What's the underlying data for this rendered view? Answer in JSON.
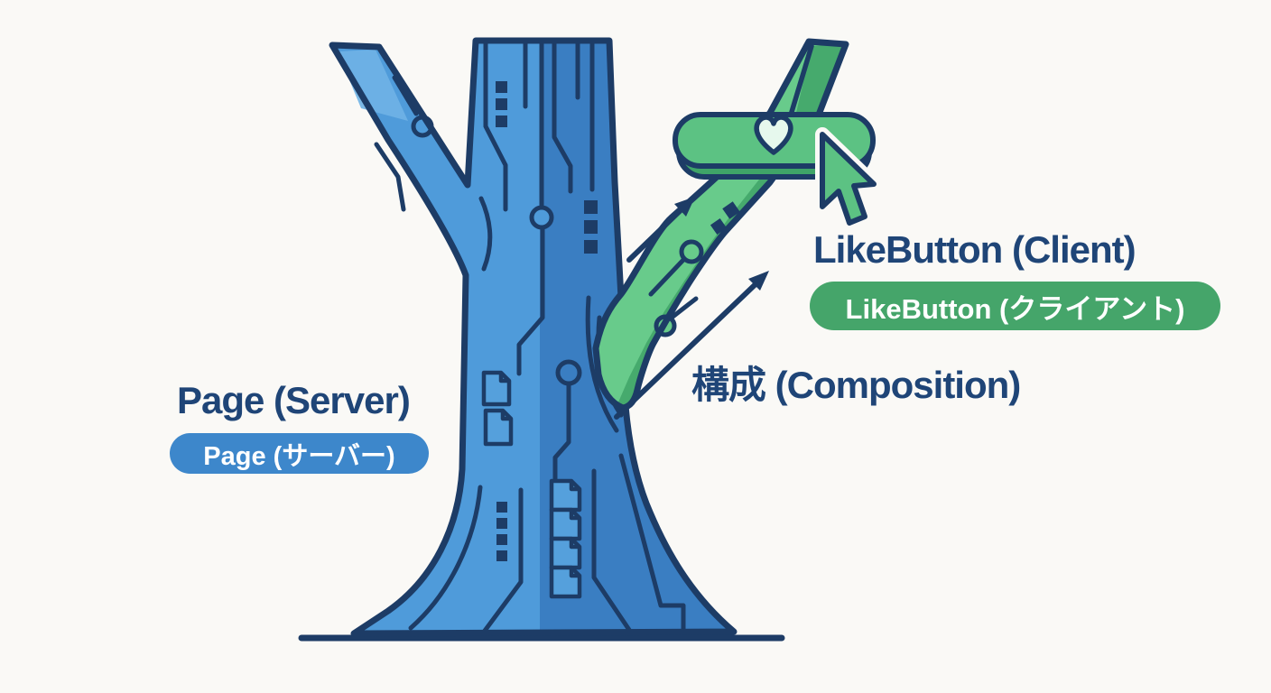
{
  "labels": {
    "server_heading": "Page (Server)",
    "server_pill": "Page (サーバー)",
    "client_heading": "LikeButton (Client)",
    "client_pill": "LikeButton (クライアント)",
    "composition": "構成 (Composition)"
  },
  "icons": [
    {
      "name": "heart-icon",
      "meaning": "like button heart"
    },
    {
      "name": "cursor-icon",
      "meaning": "mouse pointer clicking the like button"
    },
    {
      "name": "arrow-up-right-icon",
      "meaning": "composition arrows from trunk to branch"
    },
    {
      "name": "document-icon",
      "meaning": "stacked pages inside server trunk"
    },
    {
      "name": "circuit-node-icon",
      "meaning": "circuit trace nodes on tree"
    }
  ],
  "colors": {
    "page_bg": "#faf9f6",
    "heading_navy": "#1f4577",
    "outline_navy": "#1d3c66",
    "accent_blue": "#3d87cb",
    "accent_green": "#45a56a",
    "tree_blue": "#4f9bda",
    "tree_blue_dark": "#3a7ec2",
    "tree_blue_highlight": "#6fb3e6",
    "doc_blue": "#55a0dc",
    "branch_green": "#68cb8b",
    "branch_green_dark": "#46aa6d",
    "button_green": "#5cc283",
    "button_green_shadow": "#3fa468",
    "heart_fill": "#e6f8ed"
  }
}
